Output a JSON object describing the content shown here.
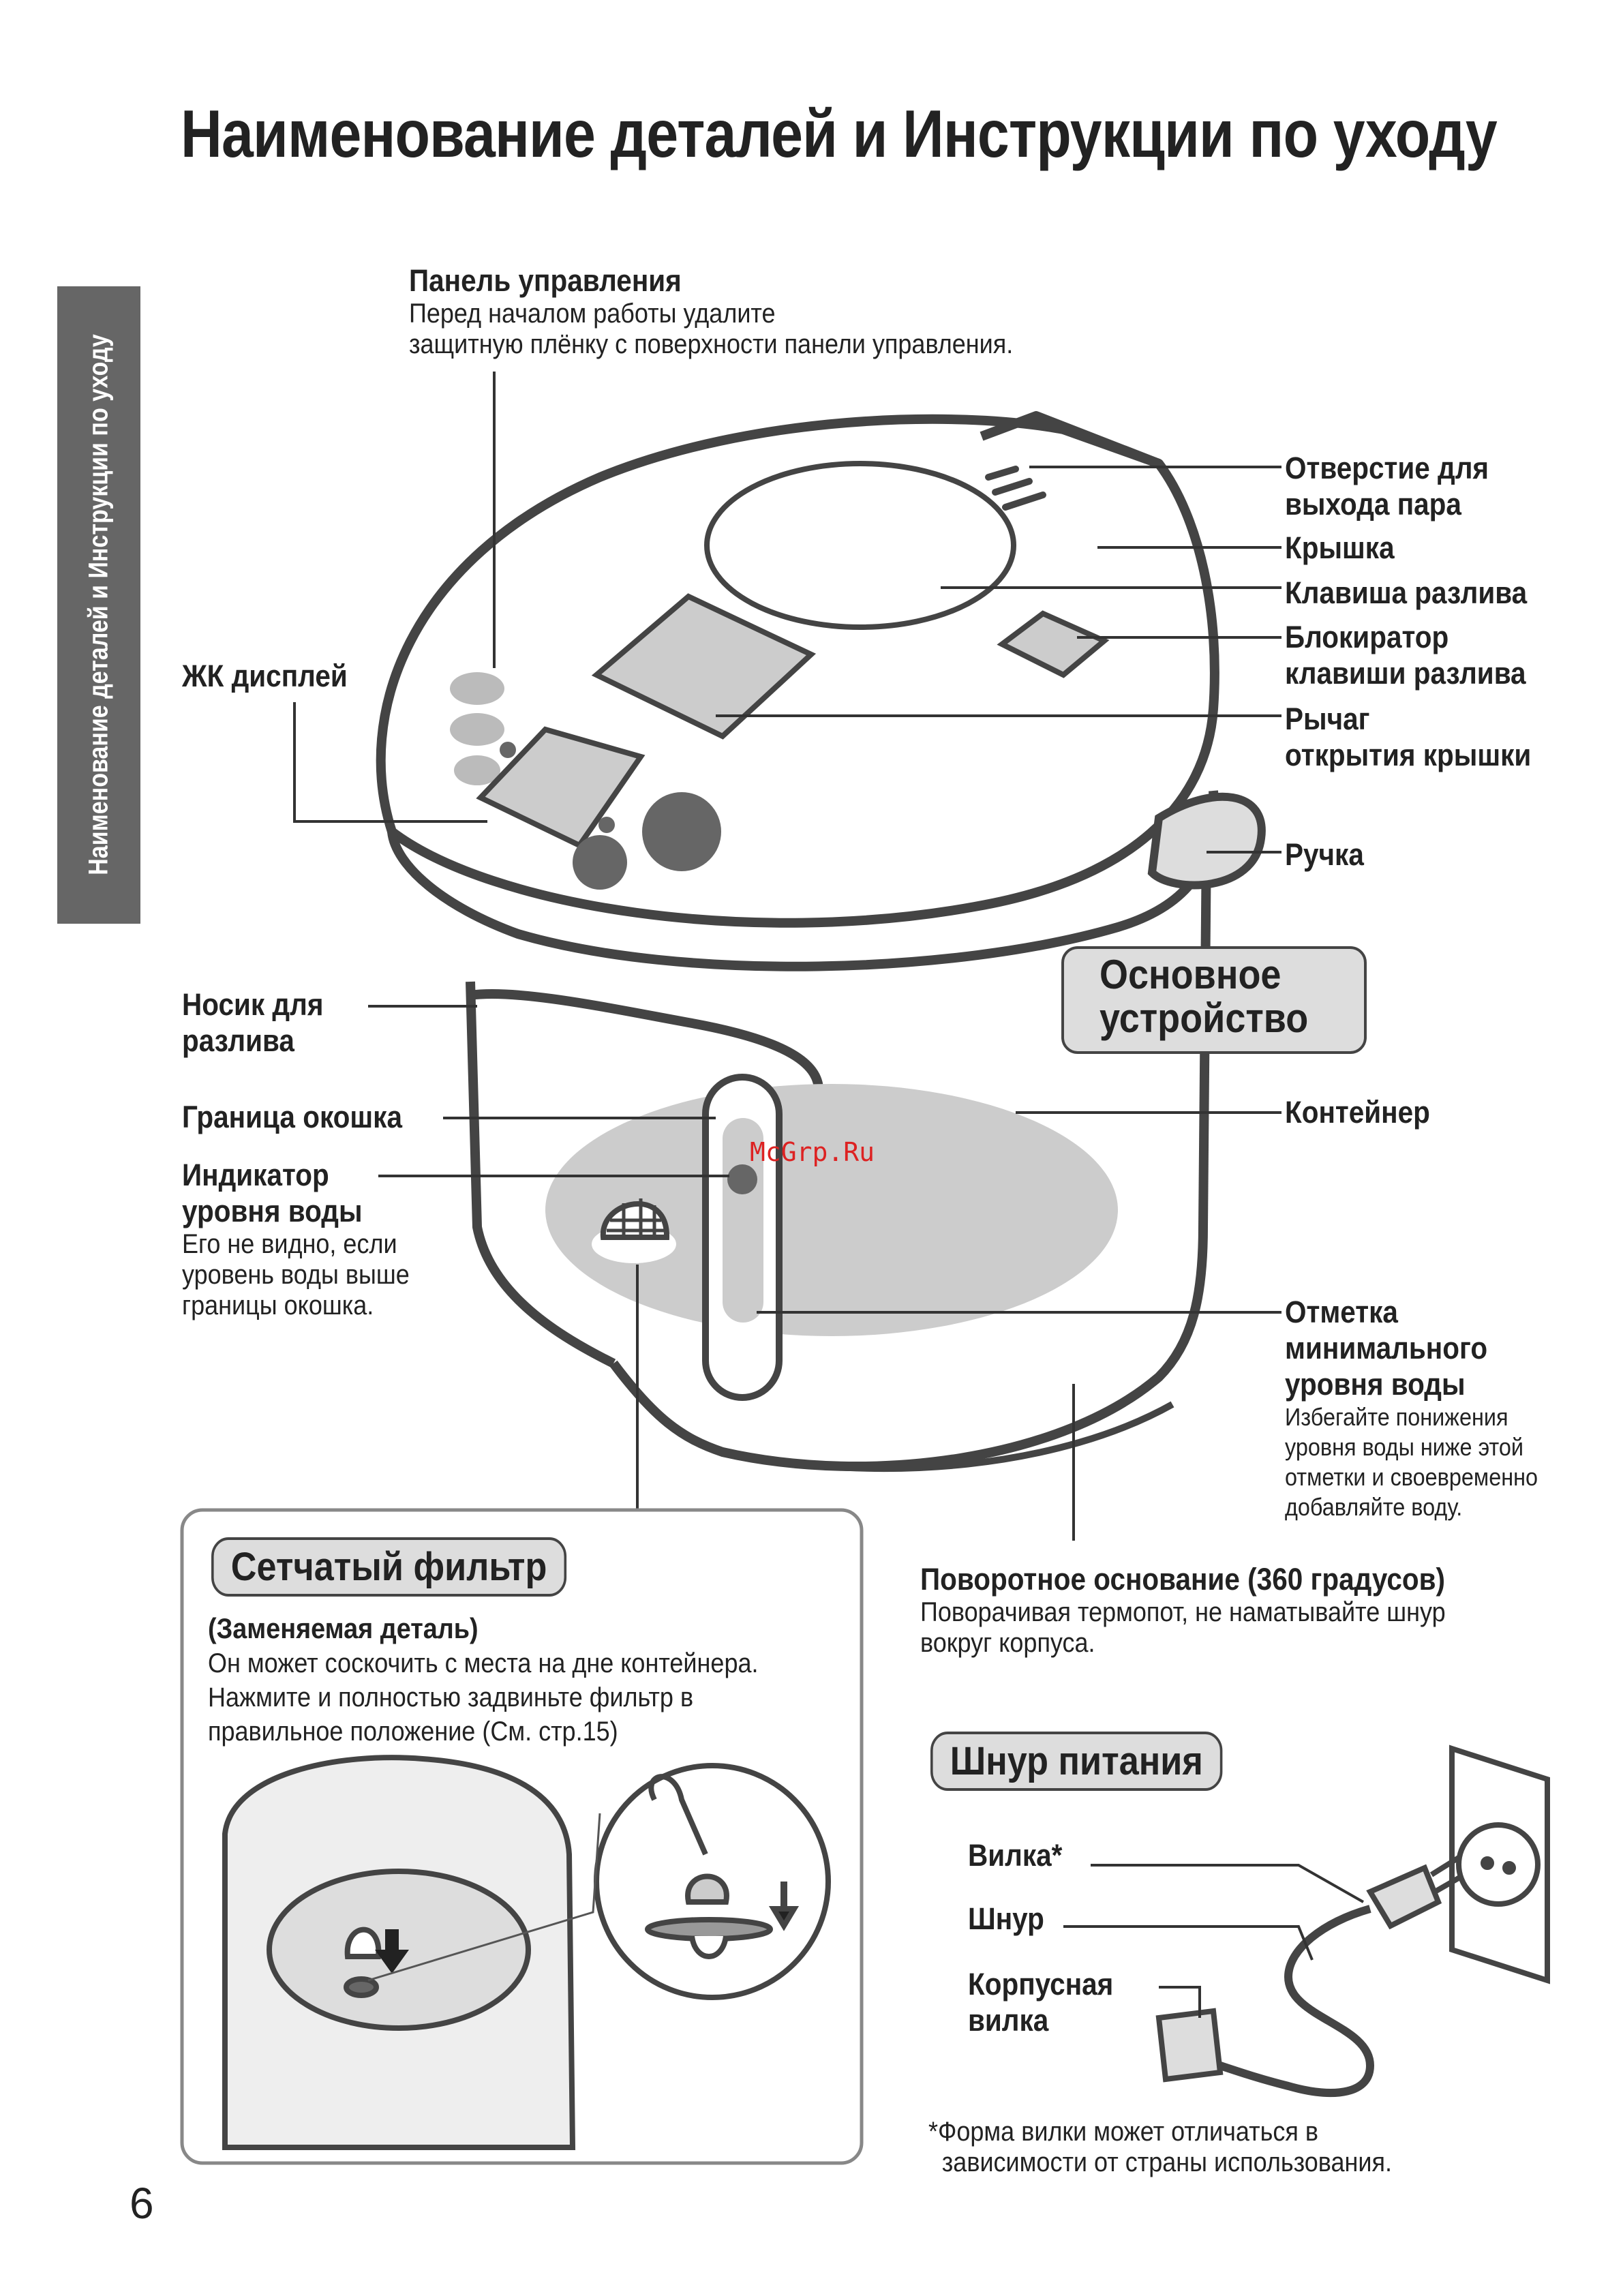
{
  "title": "Наименование деталей и Инструкции по уходу",
  "side_tab": "Наименование деталей и Инструкции по уходу",
  "page_number": "6",
  "watermark": "McGrp.Ru",
  "labels": {
    "control_panel": "Панель управления",
    "control_panel_note": [
      "Перед началом работы удалите",
      "защитную плёнку с поверхности панели управления."
    ],
    "steam_vent": [
      "Отверстие для",
      "выхода пара"
    ],
    "lid": "Крышка",
    "dispense_key": "Клавиша разлива",
    "key_lock": [
      "Блокиратор",
      "клавиши разлива"
    ],
    "lid_lever": [
      "Рычаг",
      "открытия крышки"
    ],
    "lcd": "ЖК дисплей",
    "handle": "Ручка",
    "main_unit": [
      "Основное",
      "устройство"
    ],
    "spout": [
      "Носик для",
      "разлива"
    ],
    "window_border": "Граница окошка",
    "container": "Контейнер",
    "water_indicator": [
      "Индикатор",
      "уровня воды"
    ],
    "water_indicator_note": [
      "Его не видно, если",
      "уровень воды выше",
      "границы окошка."
    ],
    "min_level": [
      "Отметка",
      "минимального",
      "уровня воды"
    ],
    "min_level_note": [
      "Избегайте понижения",
      "уровня воды ниже этой",
      "отметки и своевременно",
      "добавляйте воду."
    ],
    "swivel_base": "Поворотное основание (360 градусов)",
    "swivel_base_note": [
      "Поворачивая термопот, не наматывайте шнур",
      "вокруг корпуса."
    ]
  },
  "filter_box": {
    "title": "Сетчатый фильтр",
    "subtitle": "(Заменяемая деталь)",
    "text": [
      "Он может соскочить с места на дне контейнера.",
      "Нажмите и полностью задвиньте фильтр в",
      "правильное положение (См. стр.15)"
    ]
  },
  "cord_box": {
    "title": "Шнур питания",
    "plug": "Вилка*",
    "cord": "Шнур",
    "appliance_plug": [
      "Корпусная",
      "вилка"
    ],
    "footnote": [
      "*Форма вилки может отличаться в",
      "зависимости от страны использования."
    ]
  }
}
